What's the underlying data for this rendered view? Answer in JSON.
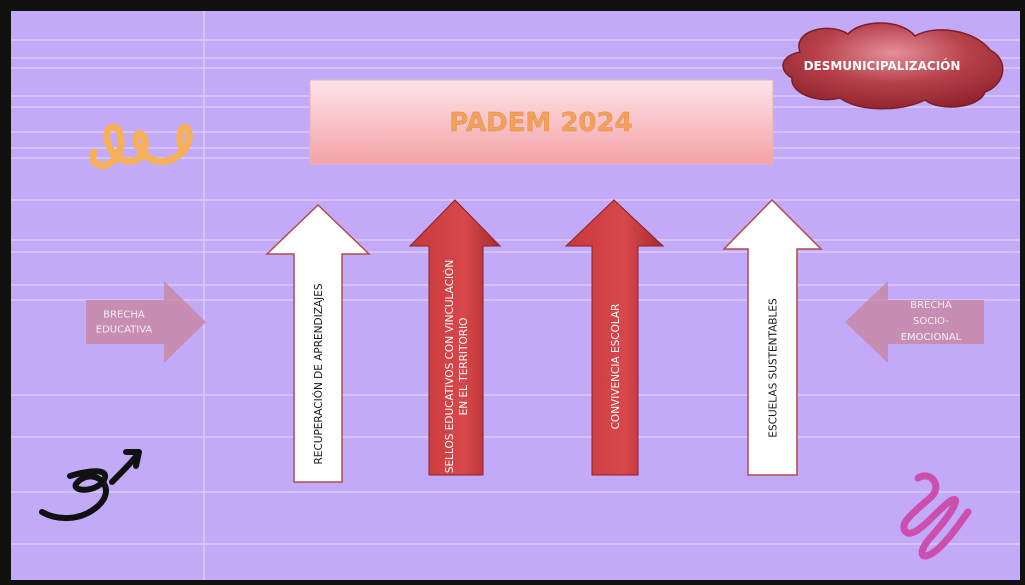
{
  "title": "PADEM 2024",
  "cloud_label": "DESMUNICIPALIZACIÓN",
  "left_side": "BRECHA\nEDUCATIVA",
  "right_side": "BRECHA\nSOCIO-\nEMOCIONAL",
  "pillars": [
    {
      "lines": [
        "RECUPERACIÓN DE APRENDIZAJES"
      ],
      "style": "white"
    },
    {
      "lines": [
        "SELLOS EDUCATIVOS CON VINCULACIÓN",
        "EN EL TERRITORIO"
      ],
      "style": "red"
    },
    {
      "lines": [
        "CONVIVENCIA ESCOLAR"
      ],
      "style": "red"
    },
    {
      "lines": [
        "ESCUELAS SUSTENTABLES"
      ],
      "style": "white"
    }
  ],
  "colors": {
    "background": "#c3aaf8",
    "grid_line": "#d8ccfb",
    "border": "#000000",
    "arrow_red": "#c0393b",
    "arrow_white": "#ffffff",
    "side_arrow": "#c888a6",
    "cloud": "#a8303a",
    "loop_orange": "#f5b058",
    "squiggle_black": "#111111",
    "zigzag_pink": "#cc4fb0"
  }
}
